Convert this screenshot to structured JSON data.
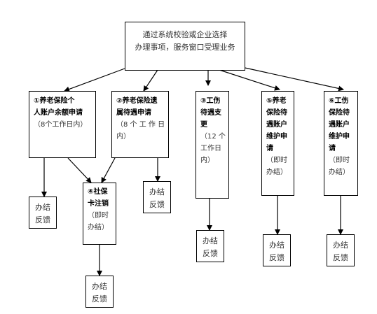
{
  "top": {
    "line1": "通过系统校验或企业选择",
    "line2": "办理事项，服务窗口受理业务"
  },
  "items": {
    "b1": {
      "title1": "①养老保险个",
      "title2": "人账户余额申请",
      "note": "（8个工作日内）"
    },
    "b2": {
      "title1": "②养老保险遗",
      "title2": "属待遇申请",
      "note1": "（8 个 工 作 日",
      "note2": "内）"
    },
    "b3": {
      "title1": "③工伤",
      "title2": "待遇支",
      "title3": "更",
      "note1": "（12 个",
      "note2": "工作日",
      "note3": "内）"
    },
    "b4": {
      "title1": "④社保",
      "title2": "卡注销",
      "note1": "（即时",
      "note2": "办结）"
    },
    "b5": {
      "title1": "⑤养老",
      "title2": "保险待",
      "title3": "遇账户",
      "title4": "维护申",
      "title5": "请",
      "note1": "（即时",
      "note2": "办结）"
    },
    "b6": {
      "title1": "⑥工伤",
      "title2": "保险待",
      "title3": "遇账户",
      "title4": "维护申",
      "title5": "请",
      "note1": "（即时",
      "note2": "办结）"
    }
  },
  "feedback": {
    "line1": "办结",
    "line2": "反馈"
  }
}
